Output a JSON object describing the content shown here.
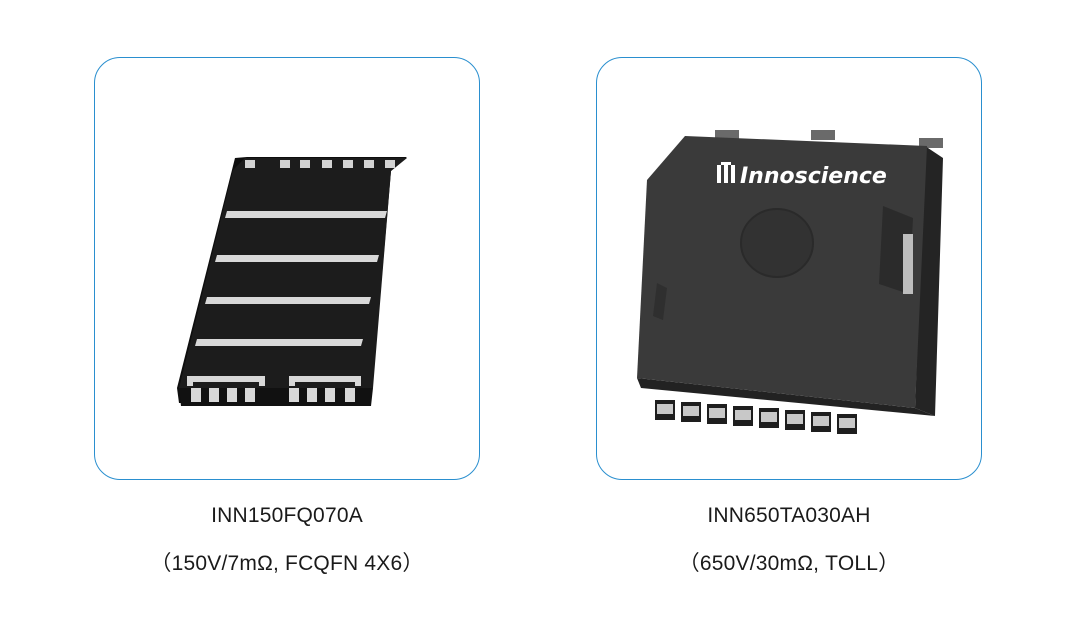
{
  "products": [
    {
      "name": "INN150FQ070A",
      "spec": "（150V/7mΩ, FCQFN 4X6）",
      "image": "fcqfn-4x6-package-icon"
    },
    {
      "name": "INN650TA030AH",
      "spec": "（650V/30mΩ, TOLL）",
      "image": "toll-package-icon",
      "brand_text": "Innoscience"
    }
  ],
  "colors": {
    "card_border": "#2a8fcf",
    "package_dark": "#1c1c1c",
    "package_body": "#3a3a3a",
    "pad_silver": "#cfcfcf"
  }
}
